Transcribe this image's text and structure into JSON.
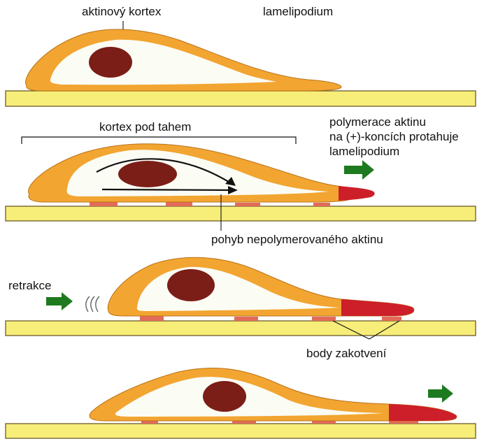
{
  "colors": {
    "substrate": "#f7ee7a",
    "substrate_edge": "#6b5a2a",
    "cortex": "#f2a531",
    "cortex_edge": "#b87218",
    "cytoplasm": "#fbfcf4",
    "nucleus": "#7a1e17",
    "lamellipodium_actin": "#cc1f2a",
    "adhesion": "#e36a5a",
    "arrow_green": "#1e7a1e",
    "line": "#111111"
  },
  "labels": {
    "actin_cortex": "aktinový kortex",
    "lamellipodium": "lamelipodium",
    "cortex_under_tension": "kortex pod tahem",
    "polymerization_1": "polymerace aktinu",
    "polymerization_2": "na (+)-koncích protahuje",
    "polymerization_3": "lamelipodium",
    "unpolymerized_flow": "pohyb nepolymerovaného aktinu",
    "retraction": "retrakce",
    "anchor_points": "body zakotvení"
  },
  "icons": {
    "movement_arrow": "right-arrow-icon",
    "retraction_motion": "motion-lines-icon"
  }
}
